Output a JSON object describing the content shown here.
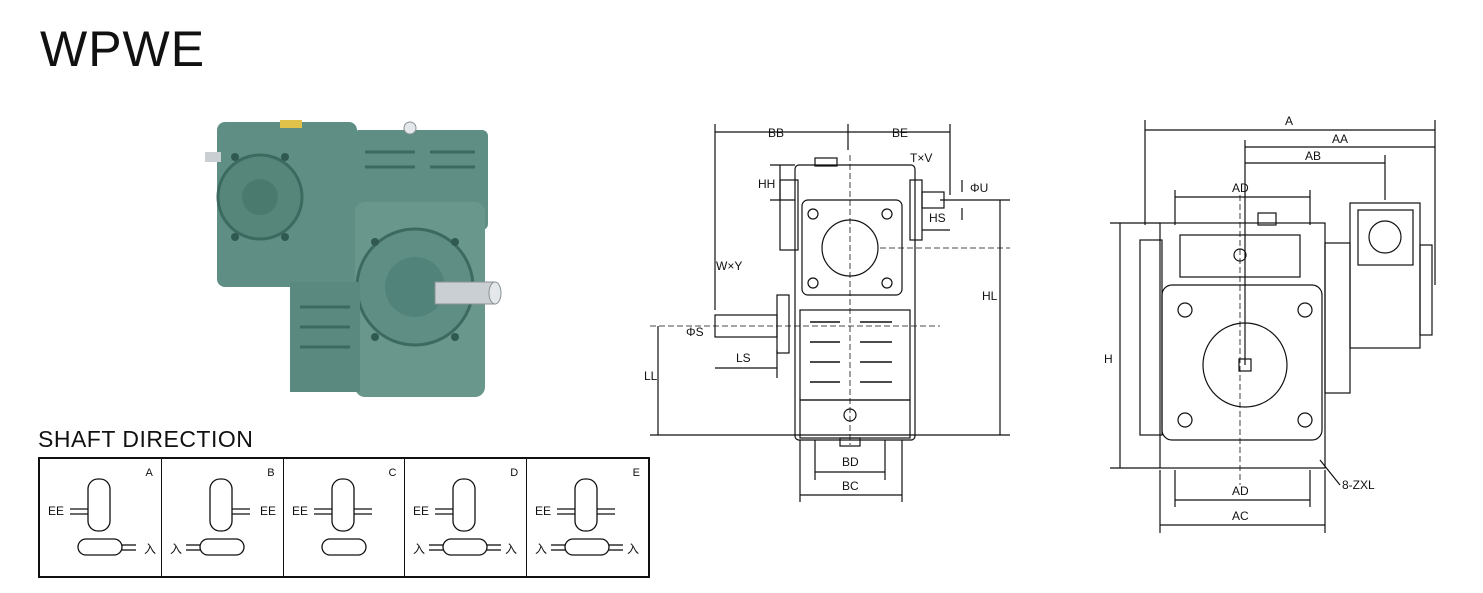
{
  "title": "WPWE",
  "shaft_direction": {
    "title": "SHAFT DIRECTION",
    "cells": [
      {
        "letter": "A"
      },
      {
        "letter": "B"
      },
      {
        "letter": "C"
      },
      {
        "letter": "D"
      },
      {
        "letter": "E"
      }
    ]
  },
  "front_view": {
    "labels": {
      "bb": "BB",
      "be": "BE",
      "txv": "T×V",
      "phi_u": "ΦU",
      "hh": "HH",
      "hs": "HS",
      "hl": "HL",
      "wxy": "W×Y",
      "phi_s": "ΦS",
      "ls": "LS",
      "ll": "LL",
      "bd": "BD",
      "bc": "BC"
    }
  },
  "side_view": {
    "labels": {
      "a": "A",
      "aa": "AA",
      "ab": "AB",
      "ad_top": "AD",
      "h": "H",
      "ad_bottom": "AD",
      "ac": "AC",
      "zxl": "8-ZXL"
    }
  },
  "colors": {
    "housing": "#5f8f84",
    "housing_dark": "#3d6a60",
    "shaft": "#c9cfd2",
    "plug": "#e0c24a"
  }
}
